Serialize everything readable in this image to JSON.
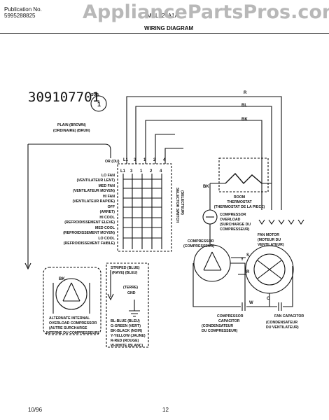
{
  "header": {
    "publication_label": "Publication No.",
    "publication_number": "5995288825",
    "model": "MAL127A1A",
    "title": "WIRING DIAGRAM"
  },
  "watermark": "AppliancePartsPros.com",
  "part_number": "309107701",
  "sub": {
    "label": "SUB.",
    "value": "1"
  },
  "plain_wire": [
    "PLAIN (BROWN)",
    "(ORDINAIRE) (BRUN)"
  ],
  "switch_top_labels": [
    "L1",
    "3",
    "1",
    "2",
    "4"
  ],
  "switch_bottom_labels": [
    "L1",
    "3",
    "1",
    "2",
    "4"
  ],
  "or_label": "OR (OU)",
  "positions": [
    "LO FAN",
    "(VENTILATEUR LENT)",
    "MED FAN",
    "(VENTILATEUR MOYEN)",
    "HI FAN",
    "(VENTILATEUR RAPIDE)",
    "OFF",
    "(ARRET)",
    "HI COOL",
    "(REFROIDISSEMENT ELEVE)",
    "MED COOL",
    "(REFROIDISSEMENT MOYEN)",
    "LO COOL",
    "(REFROIDISSEMENT FAIBLE)"
  ],
  "selector": [
    "SELECTOR SWITCH",
    "(SELECTEUR)"
  ],
  "wires": {
    "r": "R",
    "bl": "BL",
    "bk": "BK",
    "y": "Y",
    "w": "W"
  },
  "thermostat": [
    "ROOM",
    "THERMOSTAT",
    "(THERMOSTAT DE LA PIECE)"
  ],
  "overload": [
    "COMPRESSOR",
    "OVERLOAD",
    "(SURCHARGE DU",
    "COMPRESSEUR)"
  ],
  "compressor": [
    "COMPRESSOR",
    "(COMPRESSEUR)"
  ],
  "fan_motor": [
    "FAN MOTOR",
    "(MOTEUR DU",
    "VENTILATEUR)"
  ],
  "fan_terminals": {
    "s": "S",
    "r": "R",
    "c": "C"
  },
  "comp_capacitor": [
    "COMPRESSOR",
    "CAPACITOR",
    "(CONDENSATEUR",
    "DU COMPRESSEUR)"
  ],
  "fan_capacitor": [
    "FAN CAPACITOR",
    "(CONDENSATEUR",
    "DU VENTILATEUR)"
  ],
  "alt_overload": [
    "ALTERNATE INTERNAL",
    "OVERLOAD COMPRESSOR",
    "(AUTRE SURCHARGE",
    "INTERNE DU COMPRESSEUR)"
  ],
  "alt_bk": "BK",
  "ground": {
    "striped": [
      "STRIPED (BLUE)",
      "(RAYE) (BLEU)"
    ],
    "ground_label": [
      "(TERRE)",
      "GND"
    ]
  },
  "legend": [
    "BL-BLUE (BLEU)",
    "G-GREEN (VERT)",
    "BK-BLACK (NOIR)",
    "Y-YELLOW (JAUNE)",
    "R-RED (ROUGE)",
    "W-WHITE (BLANC)"
  ],
  "footer": {
    "date": "10/96",
    "page": "12"
  }
}
